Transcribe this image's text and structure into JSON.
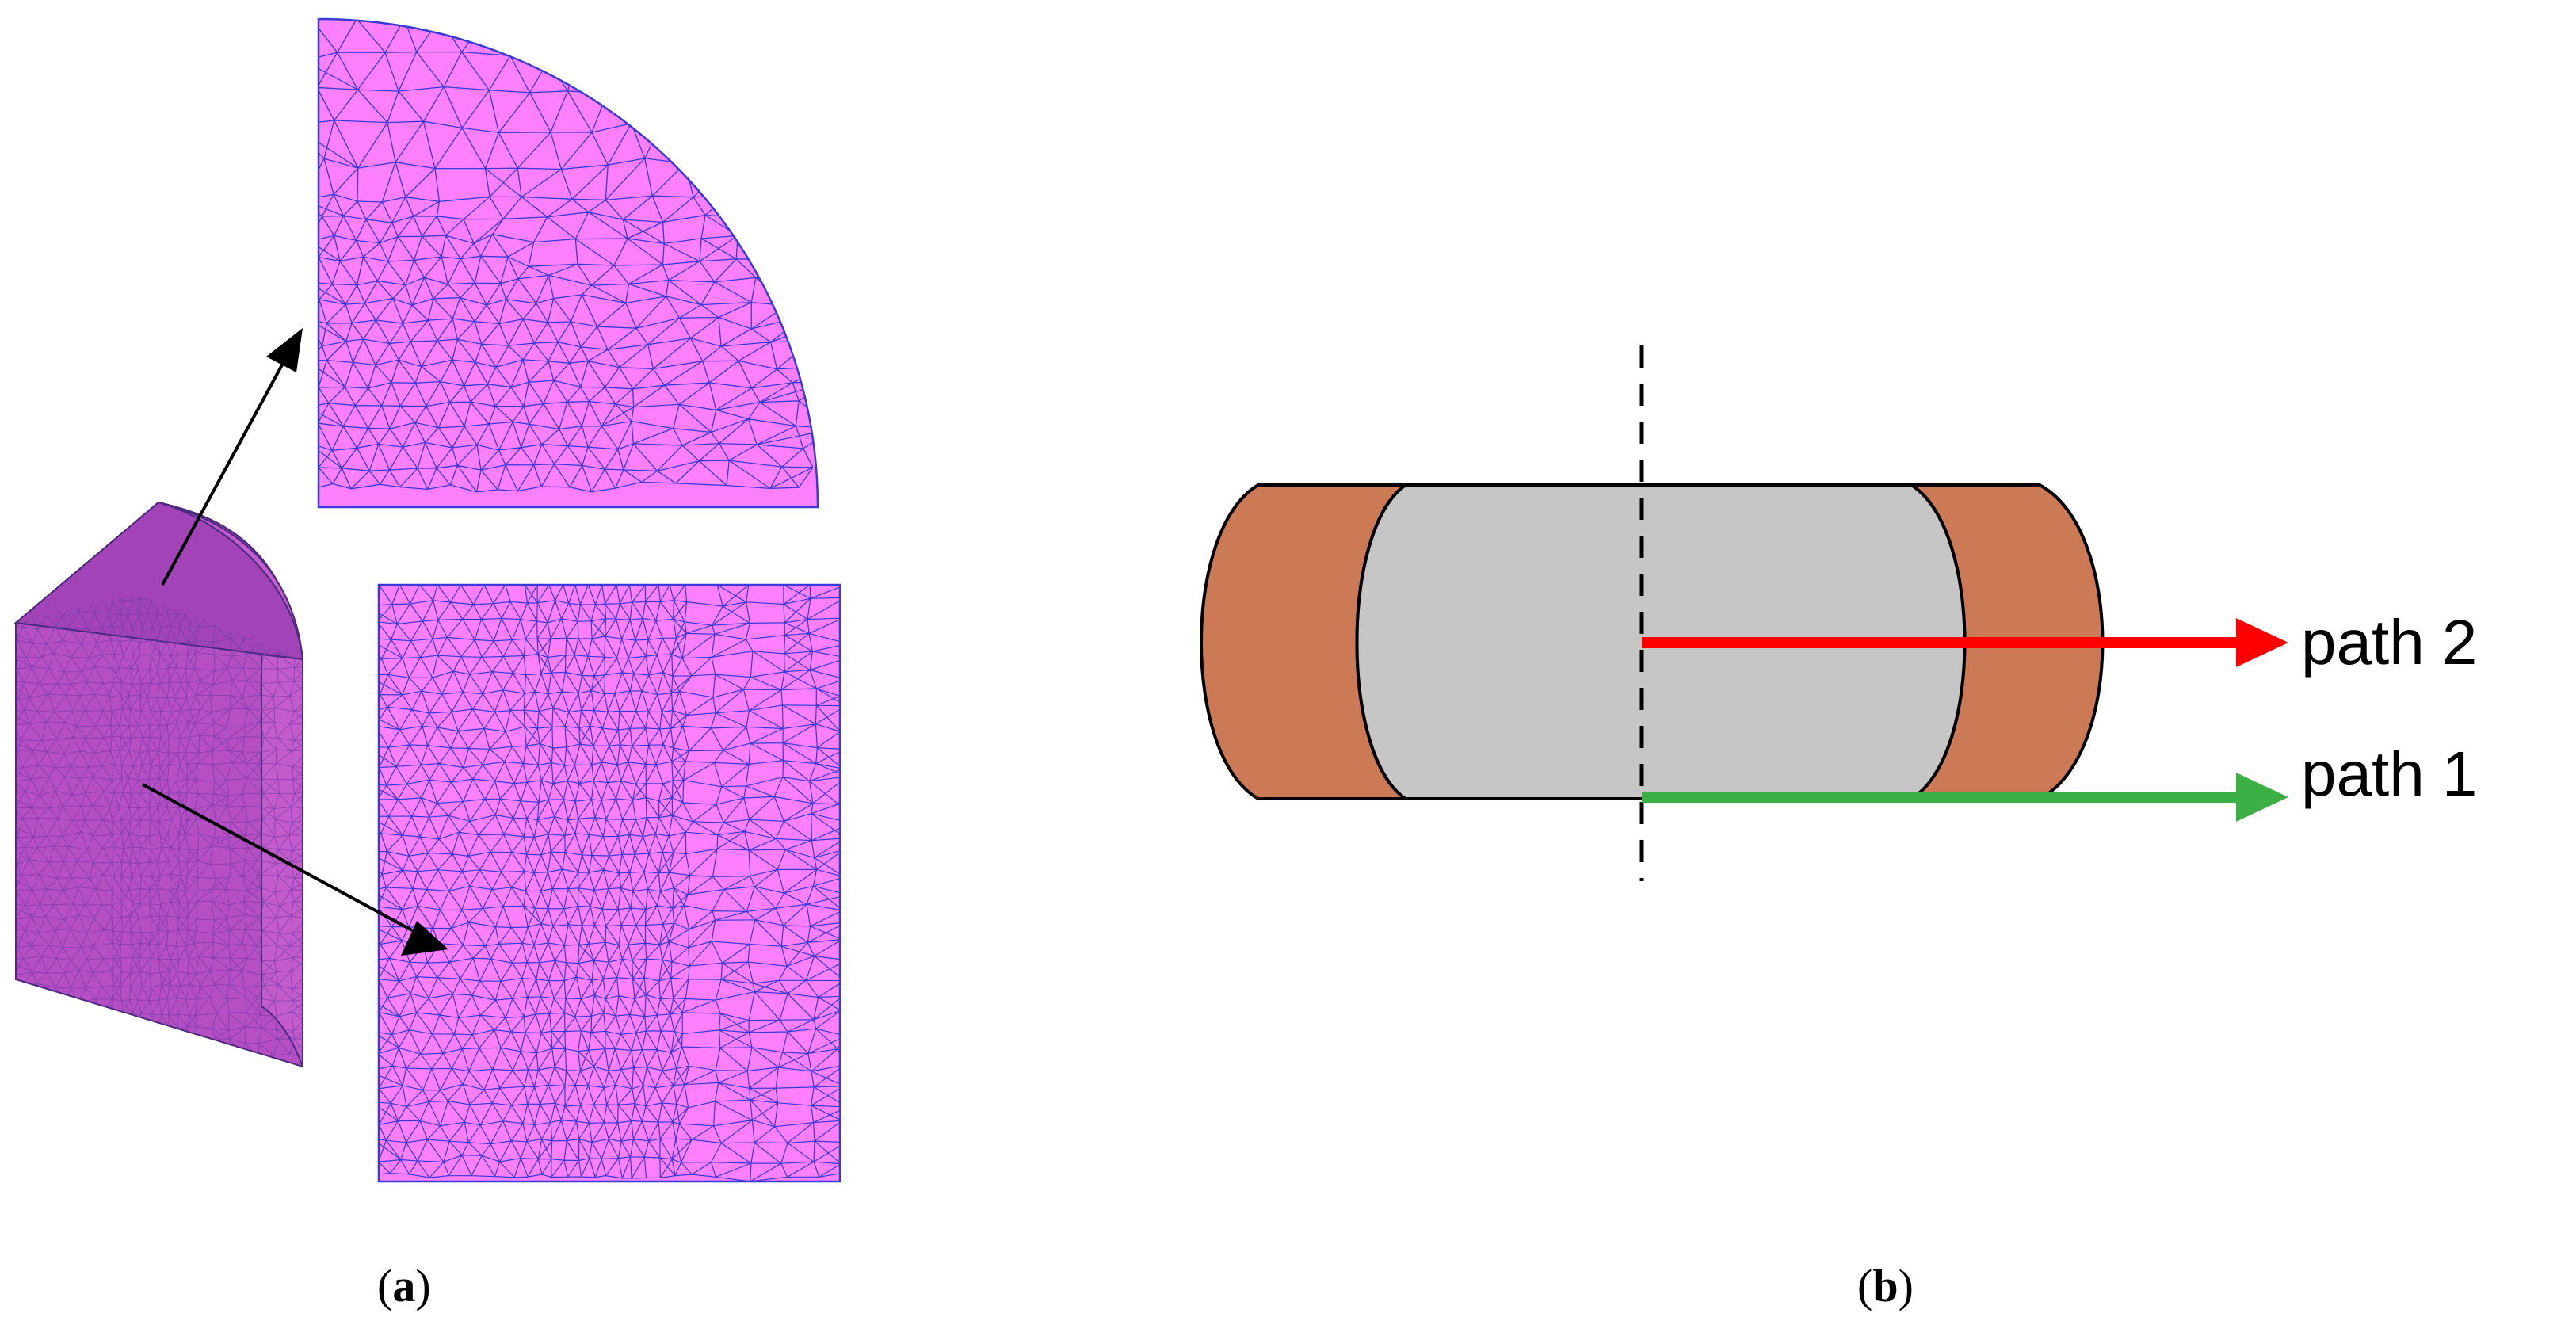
{
  "panels": {
    "a": {
      "label_prefix": "(",
      "label_letter": "a",
      "label_suffix": ")"
    },
    "b": {
      "label_prefix": "(",
      "label_letter": "b",
      "label_suffix": ")"
    }
  },
  "paths": [
    {
      "label": "path 2",
      "color": "#ff0000"
    },
    {
      "label": "path 1",
      "color": "#3cb044"
    }
  ],
  "colors": {
    "mesh_fill": "#ff80ff",
    "mesh_line": "#3a3ad8",
    "solid_front": "#b64fc4",
    "solid_top": "#9b3fb3",
    "solid_side": "#c45bcc",
    "copper": "#cc7a55",
    "core": "#c6c6c6"
  }
}
